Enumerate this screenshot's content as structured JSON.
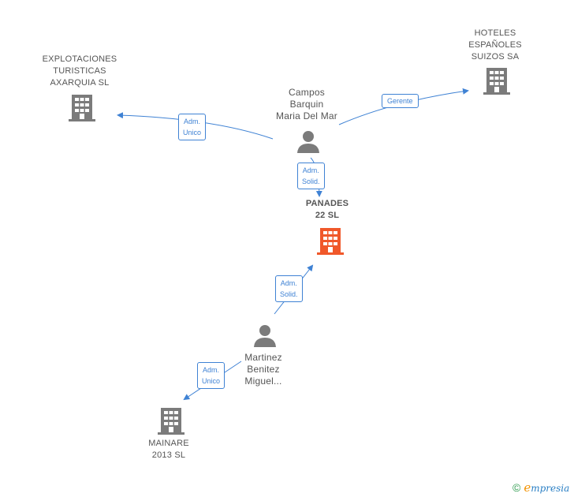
{
  "nodes": {
    "explotaciones": {
      "lines": [
        "EXPLOTACIONES",
        "TURISTICAS",
        "AXARQUIA SL"
      ]
    },
    "hoteles": {
      "lines": [
        "HOTELES",
        "ESPAÑOLES",
        "SUIZOS SA"
      ]
    },
    "campos": {
      "lines": [
        "Campos",
        "Barquin",
        "Maria Del Mar"
      ]
    },
    "panades": {
      "lines": [
        "PANADES",
        "22  SL"
      ]
    },
    "martinez": {
      "lines": [
        "Martinez",
        "Benitez",
        "Miguel..."
      ]
    },
    "mainare": {
      "lines": [
        "MAINARE",
        "2013  SL"
      ]
    }
  },
  "edges": {
    "campos_explotaciones": {
      "lines": [
        "Adm.",
        "Unico"
      ]
    },
    "campos_hoteles": {
      "lines": [
        "Gerente"
      ]
    },
    "campos_panades": {
      "lines": [
        "Adm.",
        "Solid."
      ]
    },
    "martinez_panades": {
      "lines": [
        "Adm.",
        "Solid."
      ]
    },
    "martinez_mainare": {
      "lines": [
        "Adm.",
        "Unico"
      ]
    }
  },
  "colors": {
    "edge": "#3f82d4",
    "company": "#7b7b7b",
    "main_company": "#f0582a",
    "person": "#7b7b7b"
  },
  "brand": {
    "copyright": "©",
    "e": "e",
    "rest": "mpresia"
  }
}
